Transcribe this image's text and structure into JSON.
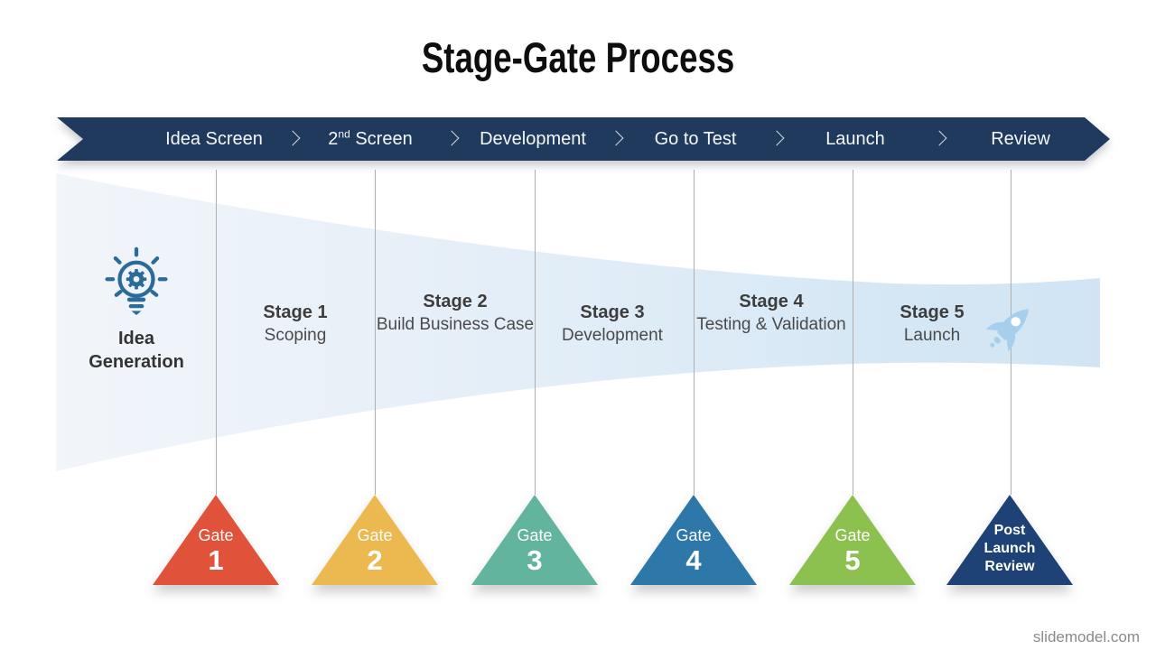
{
  "title": "Stage-Gate Process",
  "banner": {
    "items": [
      {
        "label": "Idea Screen"
      },
      {
        "pre": "2",
        "sup": "nd",
        "post": " Screen"
      },
      {
        "label": "Development"
      },
      {
        "label": "Go to Test"
      },
      {
        "label": "Launch"
      },
      {
        "label": "Review"
      }
    ]
  },
  "funnel": {
    "idea": {
      "line1": "Idea",
      "line2": "Generation"
    },
    "stages": [
      {
        "name": "Stage 1",
        "subtitle": "Scoping"
      },
      {
        "name": "Stage 2",
        "subtitle": "Build Business Case"
      },
      {
        "name": "Stage 3",
        "subtitle": "Development"
      },
      {
        "name": "Stage 4",
        "subtitle": "Testing & Validation"
      },
      {
        "name": "Stage 5",
        "subtitle": "Launch"
      }
    ]
  },
  "gates": [
    {
      "word": "Gate",
      "number": "1",
      "color": "#e0523a"
    },
    {
      "word": "Gate",
      "number": "2",
      "color": "#ecb950"
    },
    {
      "word": "Gate",
      "number": "3",
      "color": "#63b49f"
    },
    {
      "word": "Gate",
      "number": "4",
      "color": "#2e77a9"
    },
    {
      "word": "Gate",
      "number": "5",
      "color": "#8cc04f"
    },
    {
      "lines": [
        "Post",
        "Launch",
        "Review"
      ],
      "color": "#1e4276"
    }
  ],
  "colors": {
    "banner_navy": "#1f3a5c",
    "funnel_start": "#f1f5fa",
    "funnel_end": "#cfe3f3",
    "bulb_icon_blue": "#2a6b99",
    "rocket_blue": "#a5cfec",
    "line_grey": "#b0b0b0"
  },
  "icons": {
    "idea": "lightbulb-gear-icon",
    "launch": "rocket-icon"
  },
  "watermark": "slidemodel.com"
}
